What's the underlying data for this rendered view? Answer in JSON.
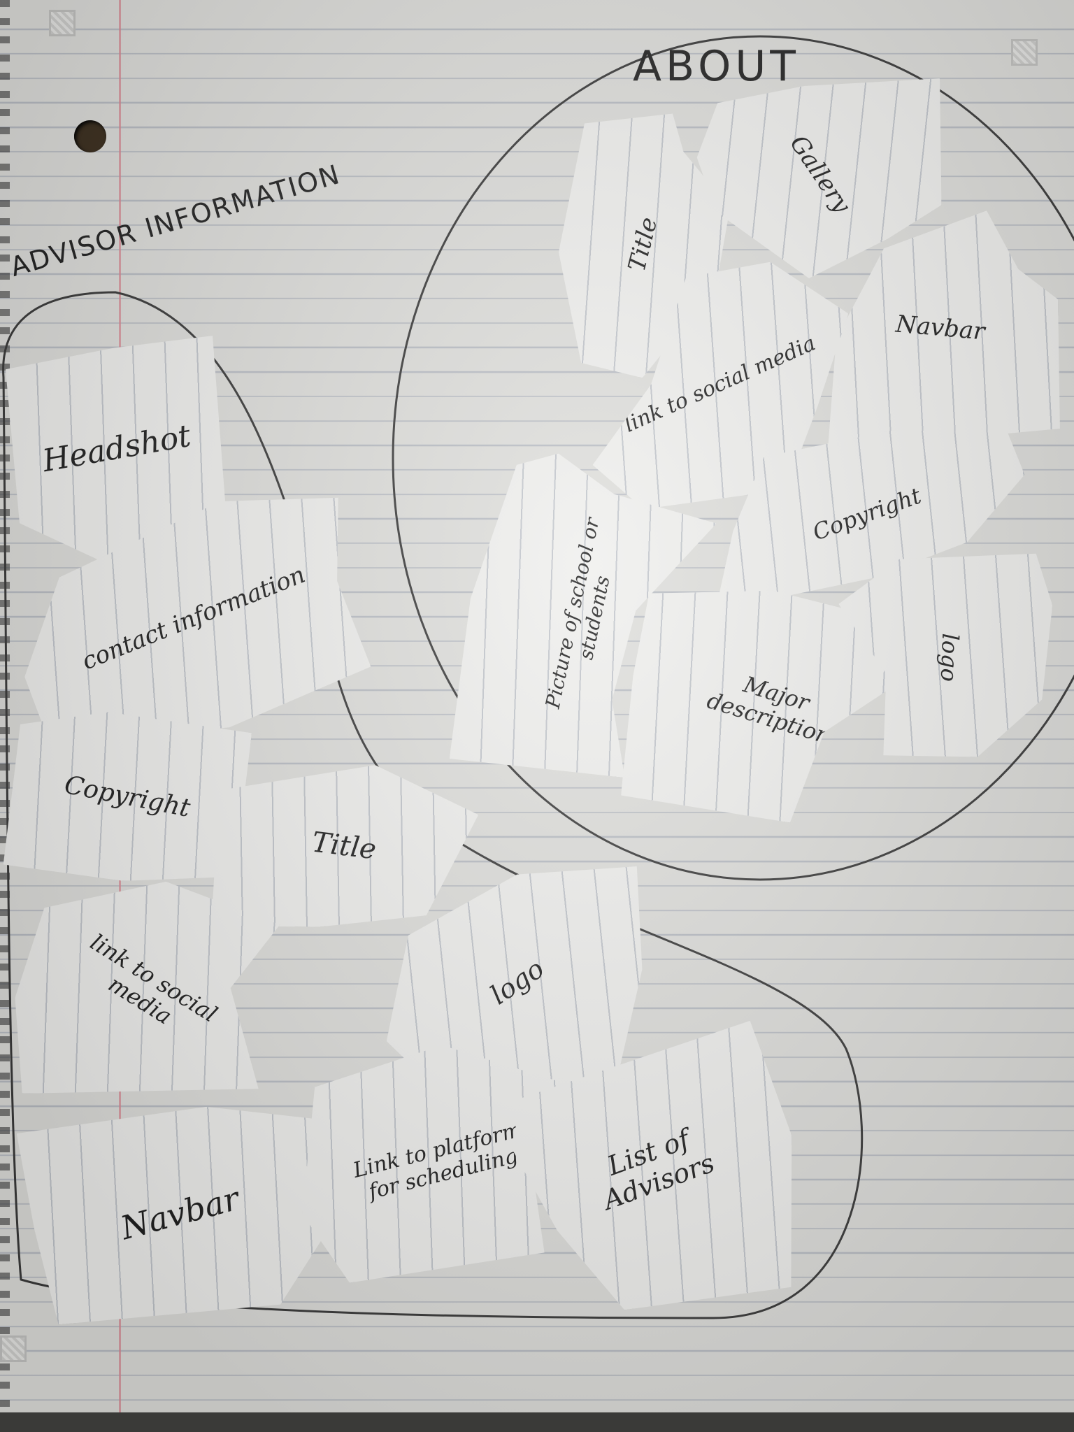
{
  "colors": {
    "ink": "#222222",
    "paper": "#dededb",
    "scrap": "#efefed",
    "margin_line": "#d98a94",
    "rule_line": "#b9bdc4"
  },
  "about": {
    "heading": "ABOUT",
    "scraps": [
      {
        "label": "Title"
      },
      {
        "label": "Gallery"
      },
      {
        "label": "Navbar"
      },
      {
        "label": "link to social media"
      },
      {
        "label": "Copyright"
      },
      {
        "label": "Picture of school or students"
      },
      {
        "label": "Major description"
      },
      {
        "label": "logo"
      }
    ]
  },
  "advisor": {
    "heading": "ADVISOR INFORMATION",
    "scraps": [
      {
        "label": "Headshot"
      },
      {
        "label": "contact information"
      },
      {
        "label": "Copyright"
      },
      {
        "label": "Title"
      },
      {
        "label": "link to social media"
      },
      {
        "label": "logo"
      },
      {
        "label": "Navbar"
      },
      {
        "label": "Link to platform for scheduling"
      },
      {
        "label": "List of Advisors"
      }
    ]
  }
}
